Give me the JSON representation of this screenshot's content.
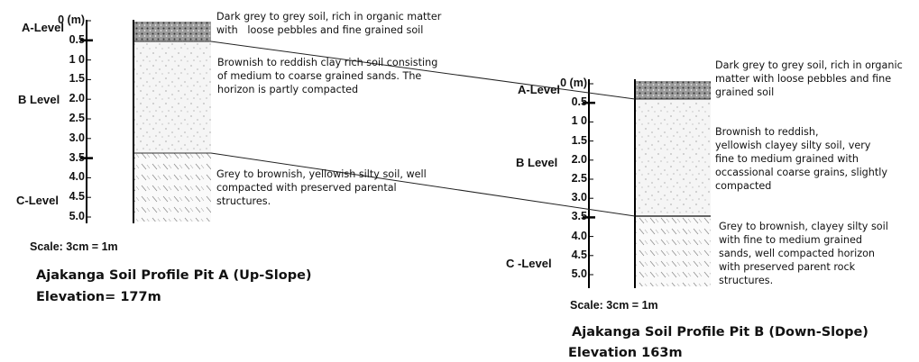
{
  "profiles": {
    "a": {
      "levels": {
        "a": "A-Level",
        "b": "B Level",
        "c": "C-Level"
      },
      "ticks": [
        "0 (m)",
        "0.5",
        "1 0",
        "1.5",
        "2.0",
        "2.5",
        "3.0",
        "3.5",
        "4.0",
        "4.5",
        "5.0"
      ],
      "descriptions": {
        "a": "Dark grey to grey soil, rich in organic matter\nwith   loose pebbles and fine grained soil",
        "b": "Brownish to reddish clay rich soil consisting\nof medium to coarse grained sands. The\nhorizon is partly compacted",
        "c": "Grey to brownish, yellowish silty soil, well\ncompacted with preserved parental\nstructures."
      },
      "scale": "Scale: 3cm = 1m",
      "title": "Ajakanga Soil Profile Pit A (Up-Slope)",
      "elevation": "Elevation= 177m"
    },
    "b": {
      "levels": {
        "a": "A-Level",
        "b": "B Level",
        "c": "C -Level"
      },
      "ticks": [
        "0 (m)",
        "0.5",
        "1 0",
        "1.5",
        "2.0",
        "2.5",
        "3.0",
        "3.5",
        "4.0",
        "4.5",
        "5.0"
      ],
      "descriptions": {
        "a": "Dark grey to grey soil, rich in organic\nmatter with loose pebbles and fine\ngrained soil",
        "b": "Brownish to reddish,\nyellowish clayey silty soil, very\nfine to medium grained with\noccassional coarse grains, slightly\ncompacted",
        "c": "Grey to brownish, clayey silty soil\nwith fine to medium grained\nsands, well compacted horizon\nwith preserved parent rock\nstructures."
      },
      "scale": "Scale: 3cm = 1m",
      "title": "Ajakanga Soil Profile Pit B  (Down-Slope)",
      "elevation": "Elevation 163m"
    }
  },
  "colors": {
    "ink": "#111111",
    "a_horizon": "#8a8a8a",
    "b_horizon": "#f2f2f2",
    "c_horizon": "#f7f7f7"
  }
}
